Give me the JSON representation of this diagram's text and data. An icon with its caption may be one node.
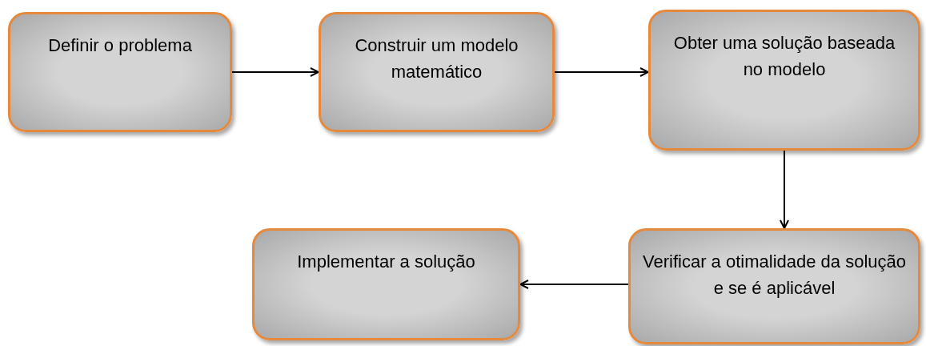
{
  "diagram": {
    "nodes": [
      {
        "text": [
          "Definir o problema"
        ]
      },
      {
        "text": [
          "Construir um modelo matemático"
        ]
      },
      {
        "text": [
          "Obter uma solução baseada no modelo"
        ]
      },
      {
        "text": [
          "Verificar a otimalidade da solução e se é aplicável"
        ]
      },
      {
        "text": [
          "Implementar a solução"
        ]
      }
    ],
    "edges": [
      {
        "from": 0,
        "to": 1,
        "arrow": "to"
      },
      {
        "from": 1,
        "to": 2,
        "arrow": "to"
      },
      {
        "from": 2,
        "to": 3,
        "arrow": "to"
      },
      {
        "from": 3,
        "to": 4,
        "arrow": "to"
      }
    ]
  }
}
